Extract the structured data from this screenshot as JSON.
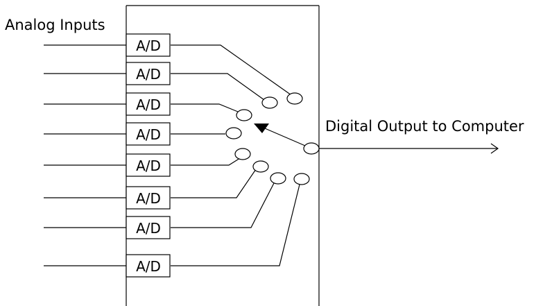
{
  "diagram": {
    "input_label": "Analog Inputs",
    "output_label": "Digital Output to Computer",
    "converter_label": "A/D",
    "channel_count": 8
  }
}
